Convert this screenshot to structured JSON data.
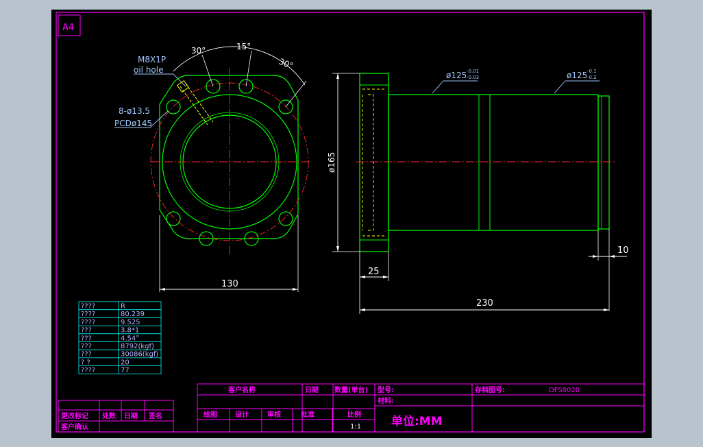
{
  "sheet": {
    "size_label": "A4"
  },
  "colors": {
    "background": "#000000",
    "frame": "#ff00ff",
    "outline": "#00ff00",
    "dimension": "#ffffff",
    "annotation": "#a0c8ff",
    "centerline": "#ff2a2a",
    "hidden": "#ffff00",
    "table_text": "#b4b4ff"
  },
  "front_view": {
    "oil_hole_label": "M8X1P",
    "oil_hole_note": "oil hole",
    "bolt_holes_label": "8-ø13.5",
    "pcd_label": "PCDø145",
    "angle_left": "30°",
    "angle_mid": "15°",
    "angle_right": "30°",
    "width_dim": "130"
  },
  "side_view": {
    "flange_dia": "ø165",
    "body_dia_1": "ø125",
    "body_dia_1_tol_upper": "-0.01",
    "body_dia_1_tol_lower": "-0.03",
    "body_dia_2": "ø125",
    "body_dia_2_tol_upper": "-0.1",
    "body_dia_2_tol_lower": "-0.2",
    "flange_thickness": "25",
    "end_length": "10",
    "total_length": "230"
  },
  "spec_table": {
    "rows": [
      {
        "label": "????",
        "value": "R"
      },
      {
        "label": "????",
        "value": "80.239"
      },
      {
        "label": "????",
        "value": "9.525"
      },
      {
        "label": "???",
        "value": "3.8*1"
      },
      {
        "label": "???",
        "value": "4.54°"
      },
      {
        "label": "???",
        "value": "8792(kgf)"
      },
      {
        "label": "???",
        "value": "30086(kgf)"
      },
      {
        "label": "?    ?",
        "value": "20"
      },
      {
        "label": "????",
        "value": "77"
      }
    ]
  },
  "title_block": {
    "customer_name": "客户名称",
    "date": "日期",
    "quantity": "数量(单台)",
    "model": "型号:",
    "drawing_no_label": "存档图号:",
    "drawing_no": "DFS8020",
    "material": "材料:",
    "drawn": "绘图",
    "design": "设计",
    "review": "审核",
    "approve": "批准",
    "scale_label": "比例",
    "scale": "1:1",
    "unit": "单位:MM",
    "rev_mark": "更改标记",
    "rev_count": "处数",
    "rev_date": "日期",
    "rev_sign": "签名",
    "customer_confirm": "客户确认"
  }
}
